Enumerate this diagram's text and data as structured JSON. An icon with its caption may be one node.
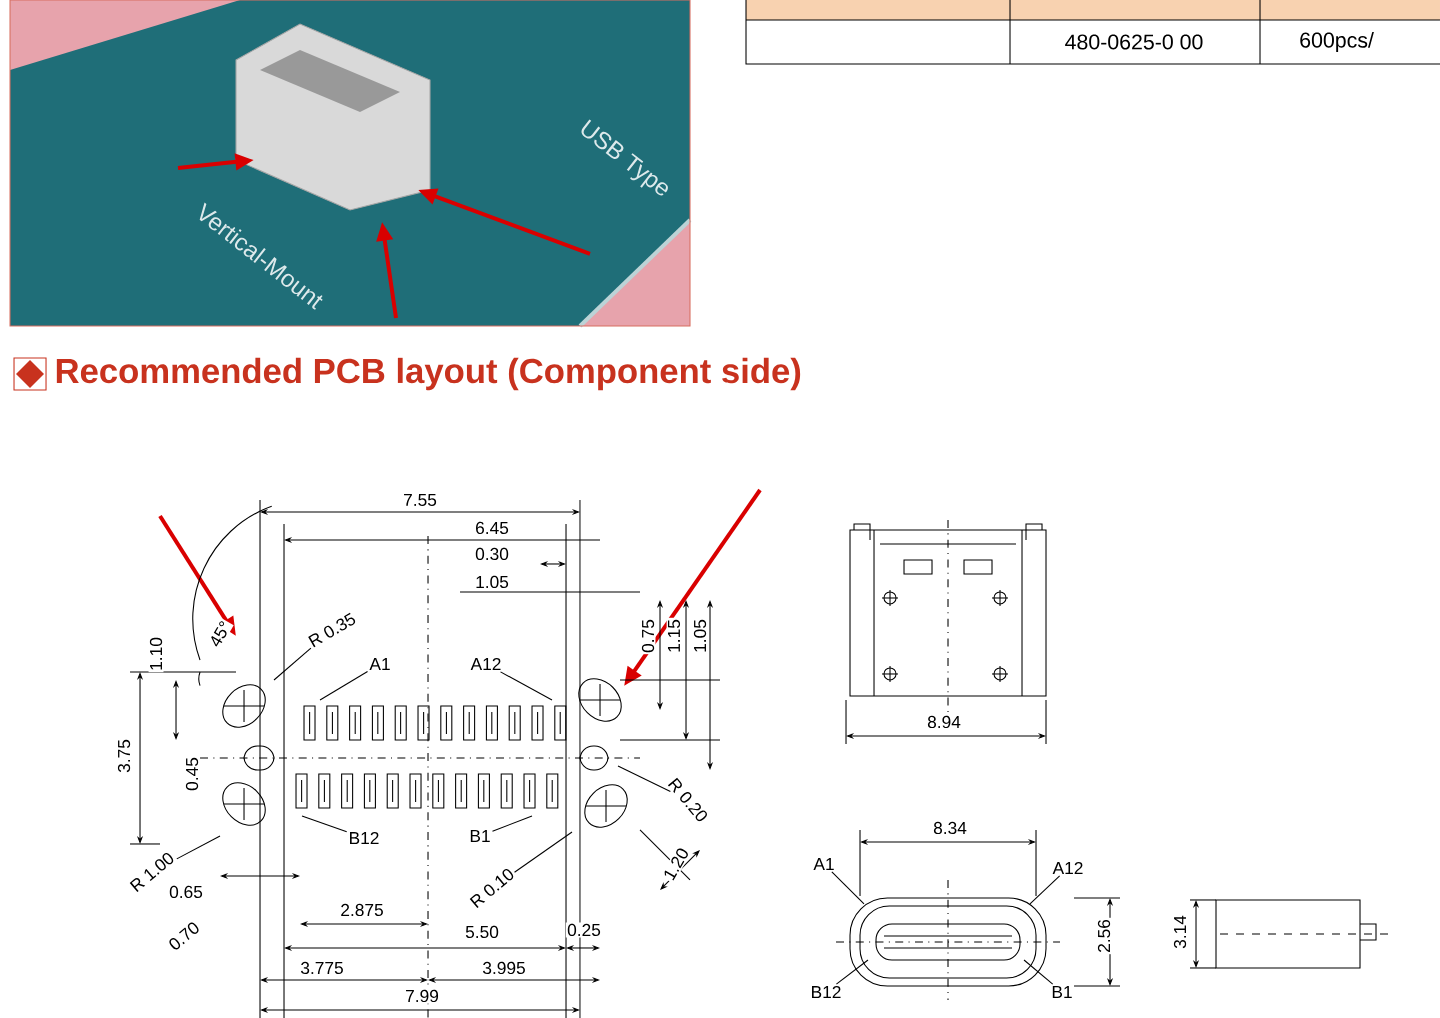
{
  "diagram": {
    "title": "Recommended PCB layout (Component side)",
    "nodes": [
      {
        "text": [
          "R 0.35"
        ]
      },
      {
        "text": [
          "A1"
        ]
      },
      {
        "text": [
          "A12"
        ]
      },
      {
        "text": [
          "R 0.20"
        ]
      },
      {
        "text": [
          "B12"
        ]
      },
      {
        "text": [
          "B1"
        ]
      },
      {
        "text": [
          "R 1.00"
        ]
      },
      {
        "text": [
          "R 0.10"
        ]
      },
      {
        "text": [
          "A1"
        ]
      },
      {
        "text": [
          "A12"
        ]
      },
      {
        "text": [
          "B12"
        ]
      },
      {
        "text": [
          "B1"
        ]
      }
    ],
    "edges": [
      {
        "from": 0,
        "to": null,
        "arrow": "none"
      },
      {
        "from": 1,
        "to": null,
        "arrow": "none"
      },
      {
        "from": 2,
        "to": null,
        "arrow": "none"
      },
      {
        "from": 3,
        "to": null,
        "arrow": "none"
      },
      {
        "from": 4,
        "to": null,
        "arrow": "none"
      },
      {
        "from": 5,
        "to": null,
        "arrow": "none"
      },
      {
        "from": 6,
        "to": null,
        "arrow": "none"
      },
      {
        "from": 7,
        "to": null,
        "arrow": "none"
      },
      {
        "from": 8,
        "to": null,
        "arrow": "none"
      },
      {
        "from": 9,
        "to": null,
        "arrow": "none"
      },
      {
        "from": 10,
        "to": null,
        "arrow": "none"
      },
      {
        "from": 11,
        "to": null,
        "arrow": "none"
      }
    ],
    "labels": [
      "480-0625-0 00",
      "600pcs/",
      "USB Type",
      "Vertical-Mount",
      "7.55",
      "6.45",
      "0.30",
      "1.05",
      "1.10",
      "45°",
      "0.75",
      "1.15",
      "1.05",
      "3.75",
      "0.45",
      "0.65",
      "0.70",
      "2.875",
      "5.50",
      "0.25",
      "3.775",
      "3.995",
      "7.99",
      "1.20",
      "8.94",
      "8.34",
      "2.56",
      "3.14"
    ]
  }
}
